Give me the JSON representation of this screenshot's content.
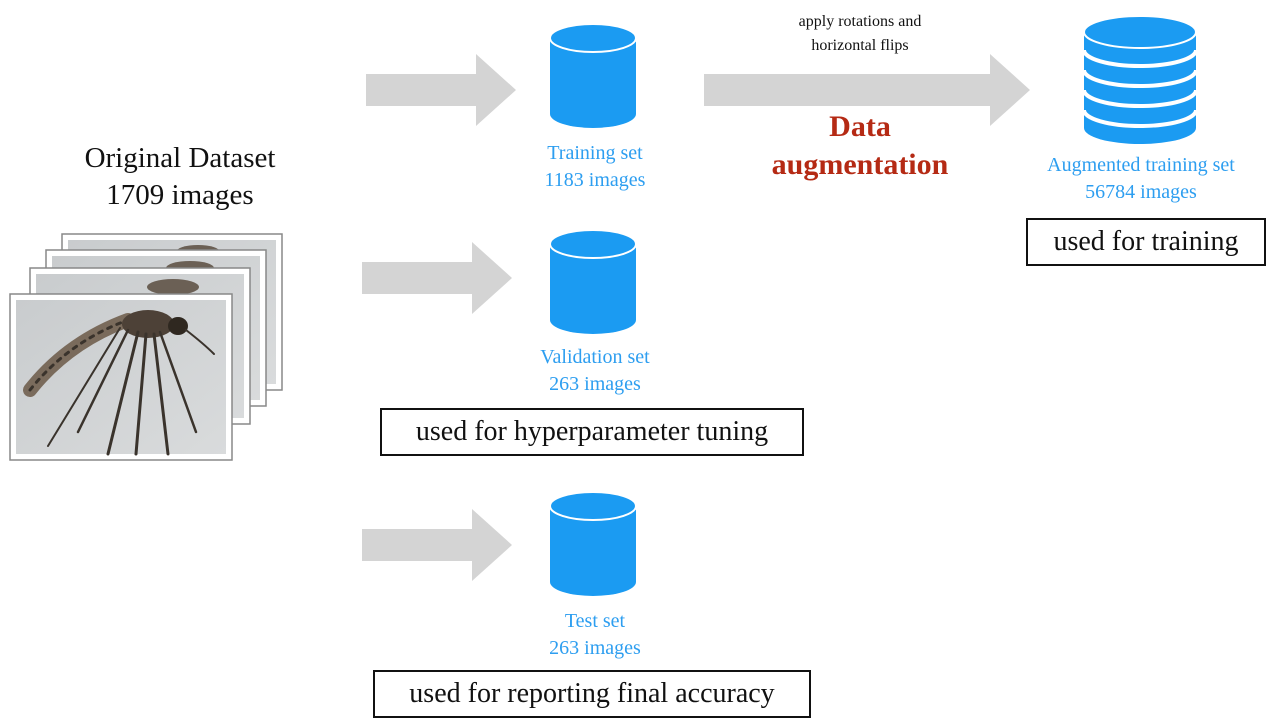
{
  "original": {
    "line1": "Original Dataset",
    "line2": "1709 images"
  },
  "training": {
    "name": "Training set",
    "count": "1183 images"
  },
  "validation": {
    "name": "Validation set",
    "count": "263 images",
    "usage": "used for hyperparameter tuning"
  },
  "test": {
    "name": "Test set",
    "count": "263 images",
    "usage": "used for reporting final accuracy"
  },
  "augmentation": {
    "note_line1": "apply rotations and",
    "note_line2": "horizontal flips",
    "title_line1": "Data",
    "title_line2": "augmentation"
  },
  "augmented": {
    "name": "Augmented training set",
    "count": "56784 images",
    "usage": "used for training"
  },
  "colors": {
    "blue": "#2d9ef0",
    "arrow": "#d4d4d4",
    "red": "#b52a14"
  }
}
